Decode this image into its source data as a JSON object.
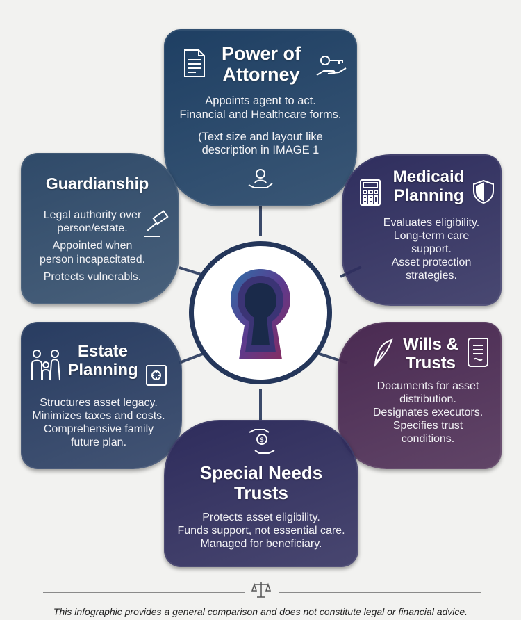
{
  "center": {
    "icon": "keyhole-icon"
  },
  "cards": {
    "power_of_attorney": {
      "title": [
        "Power of",
        "Attorney"
      ],
      "body": [
        "Appoints agent to act.",
        "Financial and Healthcare forms.",
        "(Text size and layout like",
        "description in IMAGE 1"
      ],
      "icons": [
        "document-icon",
        "key-hand-icon",
        "person-hand-icon"
      ],
      "color": "#1e3f63"
    },
    "guardianship": {
      "title": [
        "Guardianship"
      ],
      "body": [
        "Legal authority over",
        "person/estate.",
        "Appointed when",
        "person incapacitated.",
        "Protects vulnerabls."
      ],
      "icons": [
        "gavel-icon"
      ],
      "color": "#2f4a69"
    },
    "medicaid_planning": {
      "title": [
        "Medicaid",
        "Planning"
      ],
      "body": [
        "Evaluates eligibility.",
        "Long-term care",
        "support.",
        "Asset protection",
        "strategies."
      ],
      "icons": [
        "calculator-icon",
        "shield-icon"
      ],
      "color": "#2f2e5e"
    },
    "estate_planning": {
      "title": [
        "Estate",
        "Planning"
      ],
      "body": [
        "Structures asset legacy.",
        "Minimizes taxes and costs.",
        "Comprehensive family",
        "future plan."
      ],
      "icons": [
        "family-icon",
        "safe-icon"
      ],
      "color": "#283c61"
    },
    "wills_trusts": {
      "title": [
        "Wills &",
        "Trusts"
      ],
      "body": [
        "Documents for asset",
        "distribution.",
        "Designates executors.",
        "Specifies trust",
        "conditions."
      ],
      "icons": [
        "quill-icon",
        "scroll-icon"
      ],
      "color": "#4a2a52"
    },
    "special_needs_trusts": {
      "title": [
        "Special Needs",
        "Trusts"
      ],
      "body": [
        "Protects asset eligibility.",
        "Funds support, not essential care.",
        "Managed for beneficiary."
      ],
      "icons": [
        "money-hands-icon"
      ],
      "color": "#2e2c5c"
    }
  },
  "footer": {
    "text": "This infographic provides a general comparison and does not constitute legal or financial advice.",
    "icon": "scales-icon"
  }
}
